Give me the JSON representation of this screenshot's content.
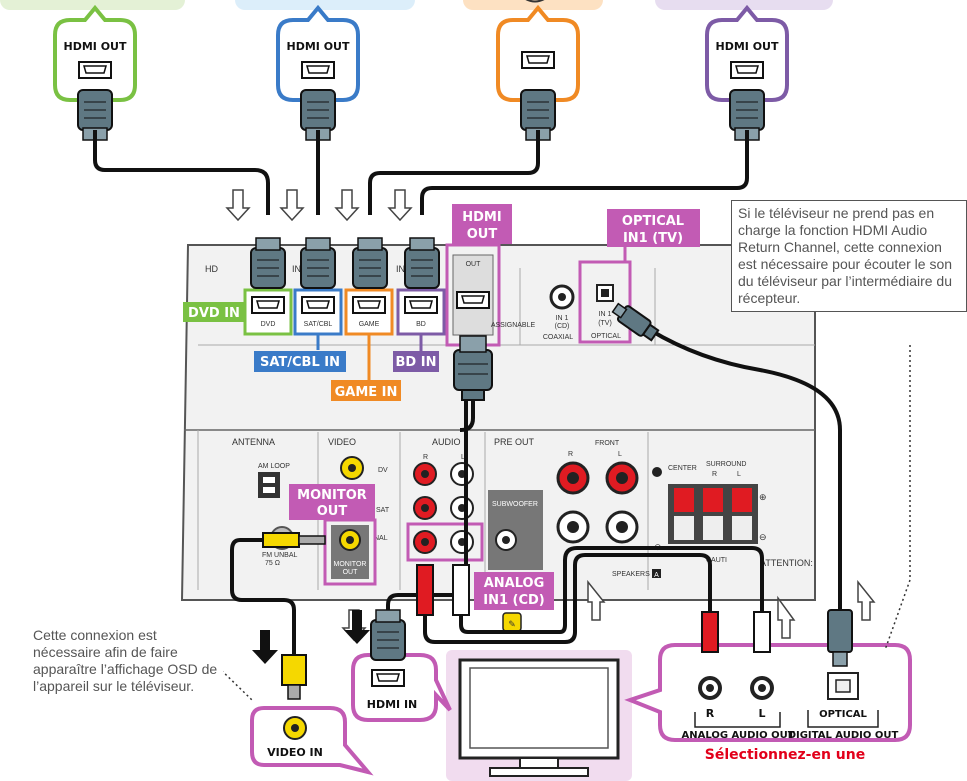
{
  "sources": {
    "dvd": {
      "hdmi_out": "HDMI OUT",
      "color": "#7ac143"
    },
    "sat": {
      "hdmi_out": "HDMI OUT",
      "color": "#3a7bc8"
    },
    "game": {
      "hdmi_out": "",
      "color": "#f08a24"
    },
    "bd": {
      "hdmi_out": "HDMI OUT",
      "color": "#7d5ba6"
    }
  },
  "receiver": {
    "inputs": {
      "dvd_label": "DVD IN",
      "dvd_port": "DVD",
      "sat_label": "SAT/CBL IN",
      "sat_port": "SAT/CBL",
      "game_label": "GAME IN",
      "game_port": "GAME",
      "bd_label": "BD IN",
      "bd_port": "BD"
    },
    "hdmi_out_label": [
      "HDMI",
      "OUT"
    ],
    "hdmi_out_port": "OUT",
    "optical_label": [
      "OPTICAL",
      "IN1 (TV)"
    ],
    "optical_port": [
      "IN 1",
      "(TV)",
      "OPTICAL"
    ],
    "coaxial_port": [
      "IN 1",
      "(CD)",
      "COAXIAL"
    ],
    "assignable": "ASSIGNABLE",
    "hd_text": "HD",
    "in_text": "IN",
    "antenna": "ANTENNA",
    "am_loop": "AM LOOP",
    "fm": [
      "FM UNBAL",
      "75 Ω"
    ],
    "video": "VIDEO",
    "audio": "AUDIO",
    "audio_r": "R",
    "audio_l": "L",
    "pre_out": "PRE OUT",
    "subwoofer": "SUBWOOFER",
    "front": "FRONT",
    "front_r": "R",
    "front_l": "L",
    "center": "CENTER",
    "surround": "SURROUND",
    "surround_r": "R",
    "surround_l": "L",
    "monitor_label": [
      "MONITOR",
      "OUT"
    ],
    "monitor_port": [
      "MONITOR",
      "OUT"
    ],
    "analog_label": [
      "ANALOG",
      "IN1 (CD)"
    ],
    "speakers": "SPEAKERS",
    "speakers_badge": "A",
    "attention": "ATTENTION:",
    "caution": "CAUTI",
    "dv_text": "DV",
    "sat_text": "SAT",
    "nal_text": "NAL"
  },
  "tv": {
    "hdmi_in": "HDMI IN",
    "video_in": "VIDEO IN",
    "analog_audio_out": "ANALOG AUDIO OUT",
    "r": "R",
    "l": "L",
    "optical": "OPTICAL",
    "digital_audio_out": "DIGITAL AUDIO OUT",
    "select_one": "Sélectionnez-en une",
    "select_color": "#e2001a"
  },
  "notes": {
    "arc": "Si le téléviseur ne prend pas en charge la fonction HDMI Audio Return Channel, cette connexion est nécessaire pour écouter le son du téléviseur par l’intermédiaire du récepteur.",
    "osd": "Cette connexion est nécessaire afin de faire apparaître l’affichage OSD de l’appareil sur le téléviseur."
  },
  "colors": {
    "magenta": "#c25bb4",
    "cable": "#111111",
    "plug": "#5f7883",
    "panel": "#f2f2f2",
    "yellow": "#f5d800",
    "red": "#e01b22"
  }
}
